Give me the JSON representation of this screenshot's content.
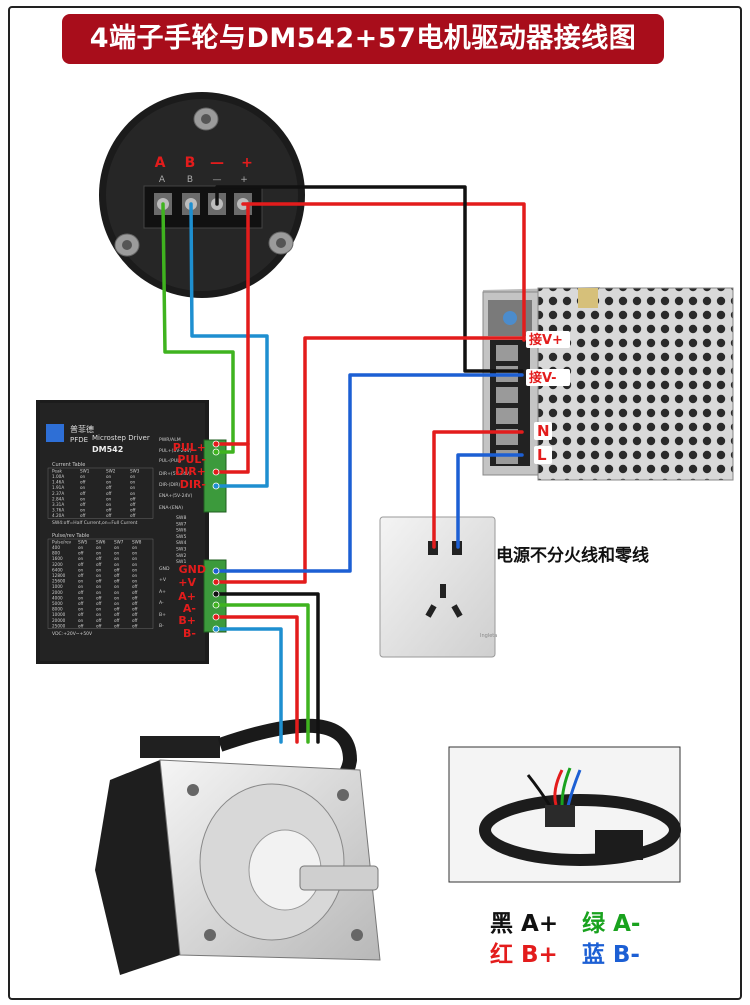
{
  "title": "4端子手轮与DM542+57电机驱动器接线图",
  "handwheel": {
    "labels": [
      "A",
      "B",
      "—",
      "+"
    ],
    "sublabels": [
      "A",
      "B",
      "—",
      "+"
    ]
  },
  "driver": {
    "brand": "普菲德",
    "brand_en": "PFDE",
    "name_line": "Microstep Driver",
    "model": "DM542",
    "terminal_labels_top": [
      "PUL+",
      "PUL-",
      "DIR+",
      "DIR-"
    ],
    "terminal_labels_bottom": [
      "GND",
      "+V",
      "A+",
      "A-",
      "B+",
      "B-"
    ],
    "print_top": [
      "PWR/ALM",
      "PUL+(5V-24V)",
      "PUL-(PUL)",
      "DIR+(5V-24V)",
      "DIR-(DIR)",
      "ENA+(5V-24V)",
      "ENA-(ENA)"
    ],
    "print_bottom": [
      "GND",
      "+V",
      "A+",
      "A-",
      "B+",
      "B-"
    ],
    "current_table_title": "Current Table",
    "current_table_header": [
      "Peak",
      "SW1",
      "SW2",
      "SW3"
    ],
    "current_rows": [
      [
        "1.00A",
        "on",
        "on",
        "on"
      ],
      [
        "1.46A",
        "off",
        "on",
        "on"
      ],
      [
        "1.91A",
        "on",
        "off",
        "on"
      ],
      [
        "2.37A",
        "off",
        "off",
        "on"
      ],
      [
        "2.84A",
        "on",
        "on",
        "off"
      ],
      [
        "3.31A",
        "off",
        "on",
        "off"
      ],
      [
        "3.76A",
        "on",
        "off",
        "off"
      ],
      [
        "4.20A",
        "off",
        "off",
        "off"
      ]
    ],
    "sw4_note": "SW4:off=Half Current,on=Full Current",
    "pulse_table_title": "Pulse/rev Table",
    "pulse_table_header": [
      "Pulse/rev",
      "SW5",
      "SW6",
      "SW7",
      "SW8"
    ],
    "pulse_rows": [
      [
        "400",
        "on",
        "on",
        "on",
        "on"
      ],
      [
        "800",
        "off",
        "on",
        "on",
        "on"
      ],
      [
        "1600",
        "on",
        "off",
        "on",
        "on"
      ],
      [
        "3200",
        "off",
        "off",
        "on",
        "on"
      ],
      [
        "6400",
        "on",
        "on",
        "off",
        "on"
      ],
      [
        "12800",
        "off",
        "on",
        "off",
        "on"
      ],
      [
        "25600",
        "on",
        "off",
        "off",
        "on"
      ],
      [
        "1000",
        "on",
        "on",
        "on",
        "off"
      ],
      [
        "2000",
        "off",
        "on",
        "on",
        "off"
      ],
      [
        "4000",
        "on",
        "off",
        "on",
        "off"
      ],
      [
        "5000",
        "off",
        "off",
        "on",
        "off"
      ],
      [
        "8000",
        "on",
        "on",
        "off",
        "off"
      ],
      [
        "10000",
        "off",
        "on",
        "off",
        "off"
      ],
      [
        "20000",
        "on",
        "off",
        "off",
        "off"
      ],
      [
        "25000",
        "off",
        "off",
        "off",
        "off"
      ]
    ],
    "switches": [
      "SW8",
      "SW7",
      "SW6",
      "SW5",
      "SW4",
      "SW3",
      "SW2",
      "SW1"
    ],
    "vdc": "VDC:+20V~+50V"
  },
  "psu": {
    "labels": [
      "接V+",
      "接V-",
      "N",
      "L"
    ]
  },
  "outlet": {
    "note": "电源不分火线和零线",
    "brand": "Ingleta"
  },
  "legend": {
    "row1": [
      {
        "color_name": "黑",
        "term": "A+",
        "color": "#111111"
      },
      {
        "color_name": "绿",
        "term": "A-",
        "color": "#19a21e"
      }
    ],
    "row2": [
      {
        "color_name": "红",
        "term": "B+",
        "color": "#e31c1c"
      },
      {
        "color_name": "蓝",
        "term": "B-",
        "color": "#1c5fd4"
      }
    ]
  },
  "colors": {
    "title_bg": "#a80d1b",
    "wire_red": "#e31c1c",
    "wire_black": "#111111",
    "wire_green": "#3fb31f",
    "wire_blue": "#1e8fd0",
    "wire_blue_dark": "#1c5fd4",
    "label_red": "#e31c1c"
  }
}
